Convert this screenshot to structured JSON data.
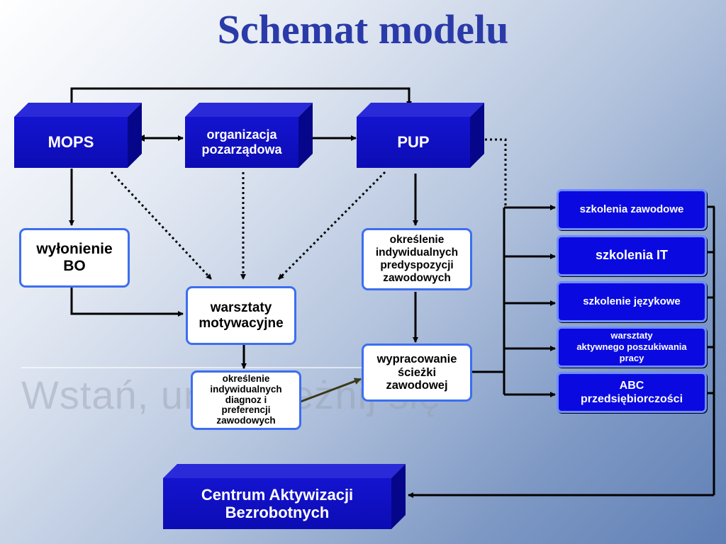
{
  "title": "Schemat modelu",
  "watermark": "Wstań, uniezależnij się",
  "nodes": {
    "mops": "MOPS",
    "ngo_line1": "organizacja",
    "ngo_line2": "pozarządowa",
    "pup": "PUP",
    "wylonienie_line1": "wyłonienie",
    "wylonienie_line2": "BO",
    "okreslenie_pup": [
      "określenie",
      "indywidualnych",
      "predyspozycji",
      "zawodowych"
    ],
    "warsztaty_line1": "warsztaty",
    "warsztaty_line2": "motywacyjne",
    "okreslenie_diag": [
      "określenie",
      "indywidualnych",
      "diagnoz i",
      "preferencji",
      "zawodowych"
    ],
    "wypracowanie": [
      "wypracowanie",
      "ścieżki",
      "zawodowej"
    ],
    "centrum_line1": "Centrum Aktywizacji",
    "centrum_line2": "Bezrobotnych"
  },
  "trainings": {
    "zawodowe": "szkolenia zawodowe",
    "it": "szkolenia IT",
    "jezykowe": "szkolenie językowe",
    "warsztaty": [
      "warsztaty",
      "aktywnego poszukiwania",
      "pracy"
    ],
    "abc": [
      "ABC",
      "przedsiębiorczości"
    ]
  },
  "colors": {
    "title": "#2a3aa8",
    "box_dark": "#0c0cb4",
    "box_bright": "#0a0ae0",
    "rounded_border": "#3c6ef0",
    "olive_arrow": "#3a3a18"
  }
}
